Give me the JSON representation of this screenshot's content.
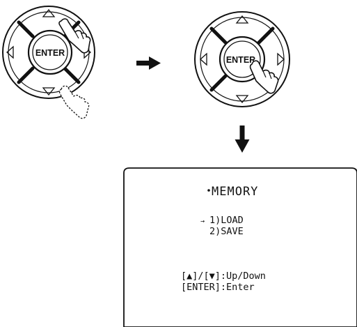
{
  "remote_left": {
    "enter_label": "ENTER"
  },
  "remote_right": {
    "enter_label": "ENTER"
  },
  "display": {
    "title": "MEMORY",
    "menu_items": [
      "1)LOAD",
      "2)SAVE"
    ],
    "cursor_glyph": "→",
    "help_lines": [
      "[▲]/[▼]:Up/Down",
      "[ENTER]:Enter"
    ]
  },
  "icons": [
    "arrow-right-icon",
    "arrow-down-icon",
    "pointing-hand-icon",
    "up-triangle-icon",
    "down-triangle-icon",
    "left-triangle-icon",
    "right-triangle-icon"
  ],
  "colors": {
    "ink": "#111111",
    "background": "#ffffff"
  }
}
